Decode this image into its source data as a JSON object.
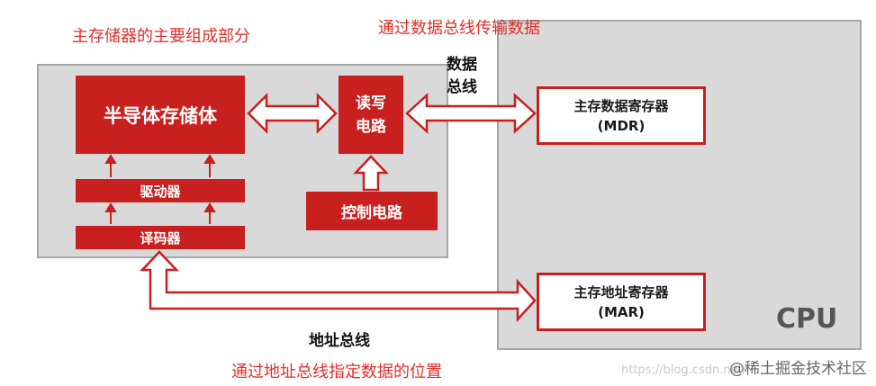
{
  "top_caption_left": "主存储器的主要组成部分",
  "top_caption_right": "通过数据总线传输数据",
  "data_bus_label": "数据\n总线",
  "address_bus_label": "地址总线",
  "bottom_caption": "通过地址总线指定数据的位置",
  "memory": {
    "storage": "半导体存储体",
    "driver": "驱动器",
    "decoder": "译码器",
    "rw_circuit": "读写\n电路",
    "control_circuit": "控制电路"
  },
  "cpu": {
    "label": "CPU",
    "mdr_name": "主存数据寄存器",
    "mdr_abbr": "(MDR)",
    "mar_name": "主存地址寄存器",
    "mar_abbr": "(MAR)"
  },
  "watermark": "https://blog.csdn.net/",
  "watermark_brand": "@稀土掘金技术社区",
  "colors": {
    "accent_red": "#c8201e",
    "caption_red": "#e0302a",
    "panel_gray": "#d9d9d9",
    "border_gray": "#a6a6a6"
  }
}
